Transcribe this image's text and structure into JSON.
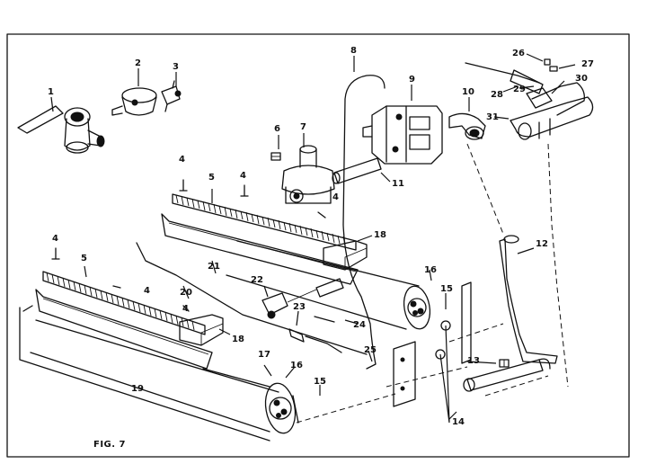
{
  "figure": {
    "caption": "FIG. 7",
    "callouts": [
      {
        "id": "c1",
        "text": "1"
      },
      {
        "id": "c2",
        "text": "2"
      },
      {
        "id": "c3",
        "text": "3"
      },
      {
        "id": "c4a",
        "text": "4"
      },
      {
        "id": "c4b",
        "text": "4"
      },
      {
        "id": "c4c",
        "text": "4"
      },
      {
        "id": "c4d",
        "text": "4"
      },
      {
        "id": "c4e",
        "text": "4"
      },
      {
        "id": "c4f",
        "text": "4"
      },
      {
        "id": "c5a",
        "text": "5"
      },
      {
        "id": "c5b",
        "text": "5"
      },
      {
        "id": "c6",
        "text": "6"
      },
      {
        "id": "c7",
        "text": "7"
      },
      {
        "id": "c8",
        "text": "8"
      },
      {
        "id": "c9",
        "text": "9"
      },
      {
        "id": "c10",
        "text": "10"
      },
      {
        "id": "c11",
        "text": "11"
      },
      {
        "id": "c12",
        "text": "12"
      },
      {
        "id": "c13",
        "text": "13"
      },
      {
        "id": "c14",
        "text": "14"
      },
      {
        "id": "c15a",
        "text": "15"
      },
      {
        "id": "c15b",
        "text": "15"
      },
      {
        "id": "c16a",
        "text": "16"
      },
      {
        "id": "c16b",
        "text": "16"
      },
      {
        "id": "c17",
        "text": "17"
      },
      {
        "id": "c18a",
        "text": "18"
      },
      {
        "id": "c18b",
        "text": "18"
      },
      {
        "id": "c19",
        "text": "19"
      },
      {
        "id": "c20",
        "text": "20"
      },
      {
        "id": "c21",
        "text": "21"
      },
      {
        "id": "c22",
        "text": "22"
      },
      {
        "id": "c23",
        "text": "23"
      },
      {
        "id": "c24",
        "text": "24"
      },
      {
        "id": "c25",
        "text": "25"
      },
      {
        "id": "c26",
        "text": "26"
      },
      {
        "id": "c27",
        "text": "27"
      },
      {
        "id": "c28",
        "text": "28"
      },
      {
        "id": "c29",
        "text": "29"
      },
      {
        "id": "c30",
        "text": "30"
      },
      {
        "id": "c31",
        "text": "31"
      }
    ]
  }
}
